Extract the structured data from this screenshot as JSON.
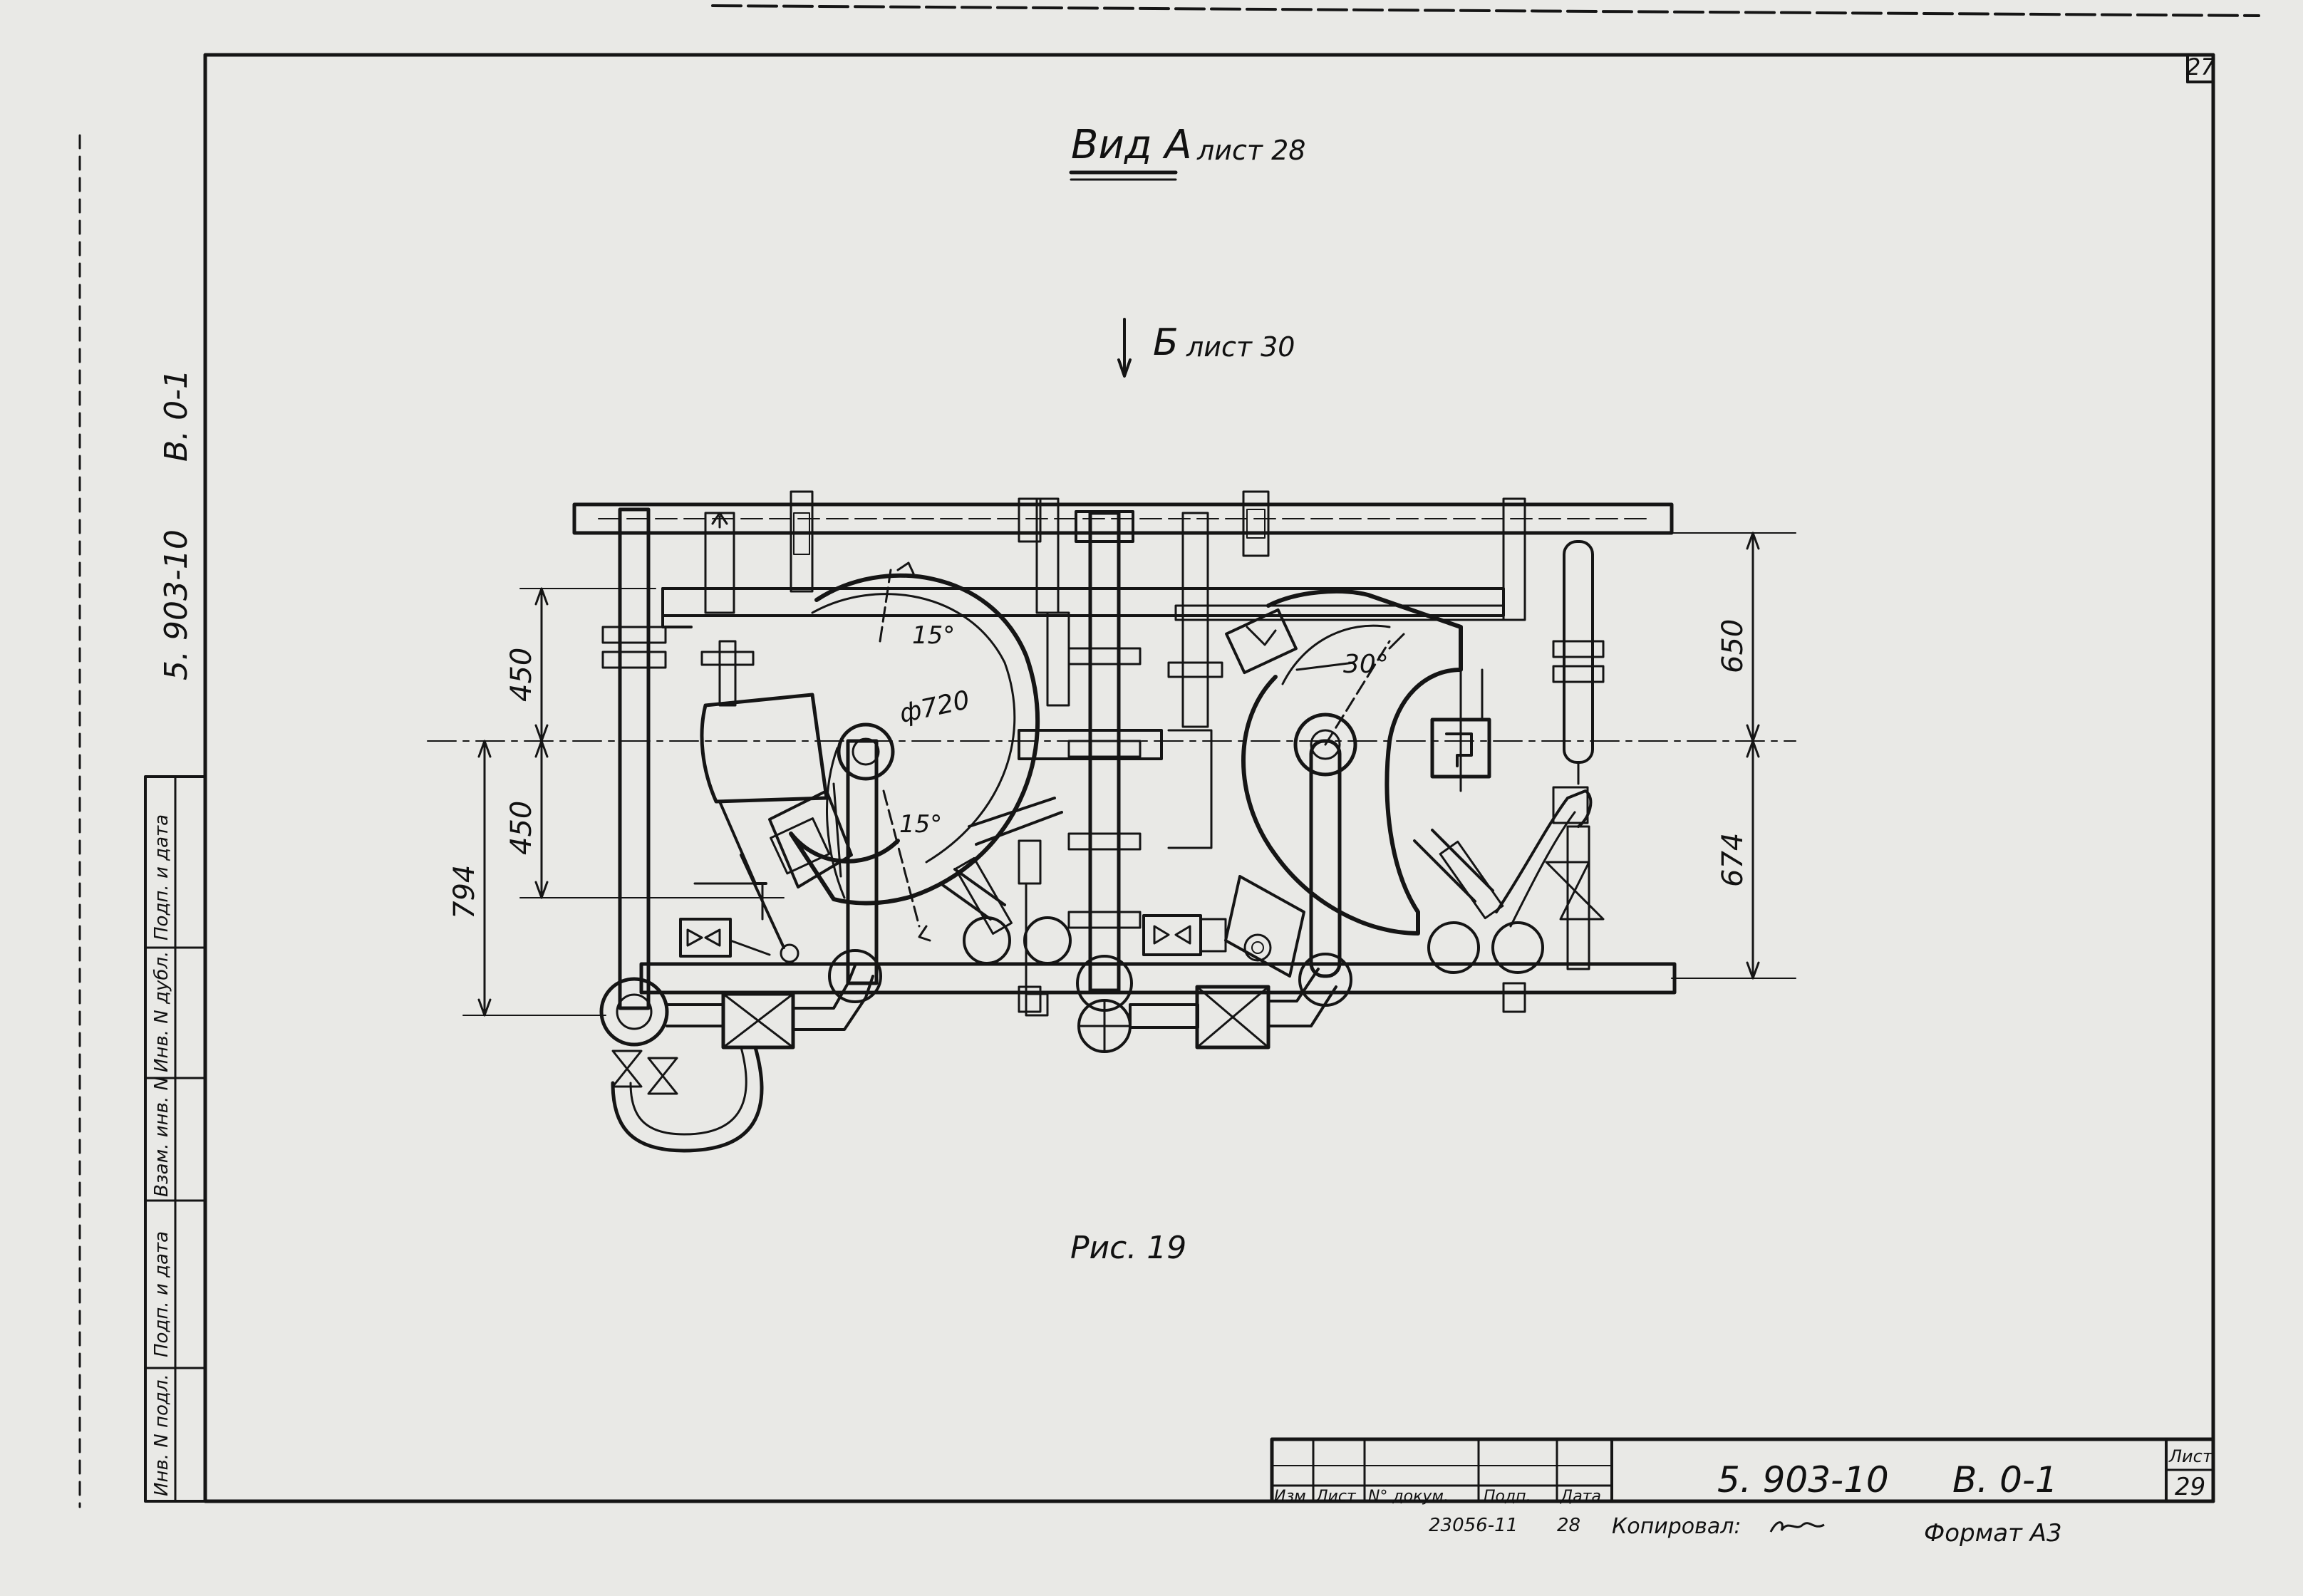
{
  "sheet": {
    "corner_number": "27",
    "view_title": "Вид А",
    "view_ref": "лист 28",
    "arrow_label": "Б",
    "arrow_ref": "лист 30",
    "figure_caption": "Рис. 19"
  },
  "dimensions": {
    "d450_top": "450",
    "d450_bottom": "450",
    "d794": "794",
    "d650": "650",
    "d674": "674",
    "diameter": "ф720",
    "angle_15_top": "15°",
    "angle_15_bottom": "15°",
    "angle_30": "30°"
  },
  "side_stamp": {
    "code_vertical": "5. 903-10",
    "sheet_vertical": "В. 0-1",
    "labels": [
      "Инв. N подл.",
      "Подп. и дата",
      "Взам. инв. N",
      "Инв. N дубл.",
      "Подп. и дата"
    ]
  },
  "title_block": {
    "headers": [
      "Изм",
      "Лист",
      "N° докум.",
      "Подп.",
      "Дата"
    ],
    "document_code": "5. 903-10",
    "sheet_code": "В. 0-1",
    "sheet_label": "Лист",
    "sheet_number": "29",
    "order_number": "23056-11",
    "order_sheet": "28",
    "copied_by": "Копировал:",
    "format": "Формат А3"
  }
}
